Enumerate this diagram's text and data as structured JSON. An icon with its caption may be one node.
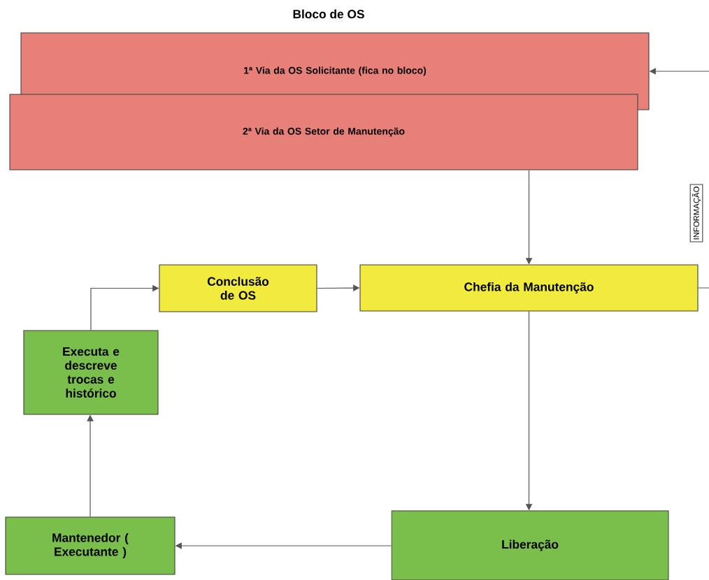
{
  "diagram": {
    "title": "Bloco de OS",
    "nodes": [
      {
        "text": [
          "1ª Via da OS Solicitante (fica no bloco)"
        ]
      },
      {
        "text": [
          "2ª Via da OS Setor de Manutenção"
        ]
      },
      {
        "text": [
          "Chefia da Manutenção"
        ]
      },
      {
        "text": [
          "Conclusão de OS"
        ]
      },
      {
        "text": [
          "Executa e descreve trocas e histórico"
        ]
      },
      {
        "text": [
          "Mantenedor ( Executante )"
        ]
      },
      {
        "text": [
          "Liberação"
        ]
      },
      {
        "text": [
          "INFORMAÇÃO"
        ]
      }
    ],
    "edges": [
      {
        "from": 1,
        "to": 2,
        "arrow": "to"
      },
      {
        "from": 2,
        "to": 6,
        "arrow": "to"
      },
      {
        "from": 6,
        "to": 5,
        "arrow": "to"
      },
      {
        "from": 5,
        "to": 4,
        "arrow": "to"
      },
      {
        "from": 4,
        "to": 3,
        "arrow": "to"
      },
      {
        "from": 3,
        "to": 2,
        "arrow": "to"
      },
      {
        "from": null,
        "to": 0,
        "arrow": "to"
      },
      {
        "from": 2,
        "to": null,
        "arrow": "none"
      }
    ]
  }
}
